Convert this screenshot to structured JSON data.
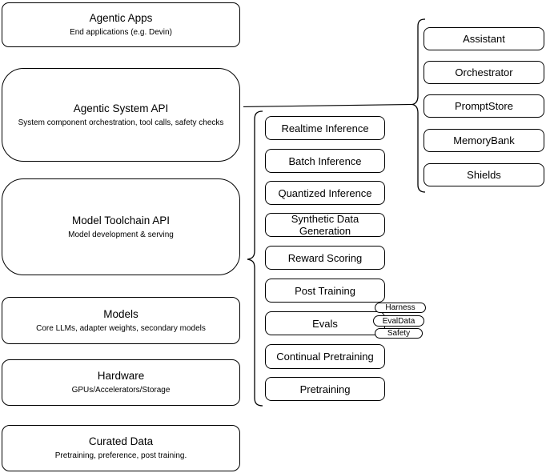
{
  "diagram": {
    "stack": [
      {
        "title": "Agentic Apps",
        "subtitle": "End applications (e.g. Devin)"
      },
      {
        "title": "Agentic System API",
        "subtitle": "System component orchestration, tool calls, safety checks"
      },
      {
        "title": "Model Toolchain API",
        "subtitle": "Model development & serving"
      },
      {
        "title": "Models",
        "subtitle": "Core LLMs, adapter weights, secondary models"
      },
      {
        "title": "Hardware",
        "subtitle": "GPUs/Accelerators/Storage"
      },
      {
        "title": "Curated Data",
        "subtitle": "Pretraining, preference, post training."
      }
    ],
    "toolchain_items": [
      "Realtime Inference",
      "Batch Inference",
      "Quantized Inference",
      "Synthetic Data Generation",
      "Reward Scoring",
      "Post Training",
      "Evals",
      "Continual Pretraining",
      "Pretraining"
    ],
    "eval_tags": [
      "Harness",
      "EvalData",
      "Safety"
    ],
    "system_components": [
      "Assistant",
      "Orchestrator",
      "PromptStore",
      "MemoryBank",
      "Shields"
    ],
    "colors": {
      "stroke": "#000000",
      "canvas_background": "#ffffff",
      "node_fill": "#ffffff",
      "text": "#000000"
    }
  }
}
